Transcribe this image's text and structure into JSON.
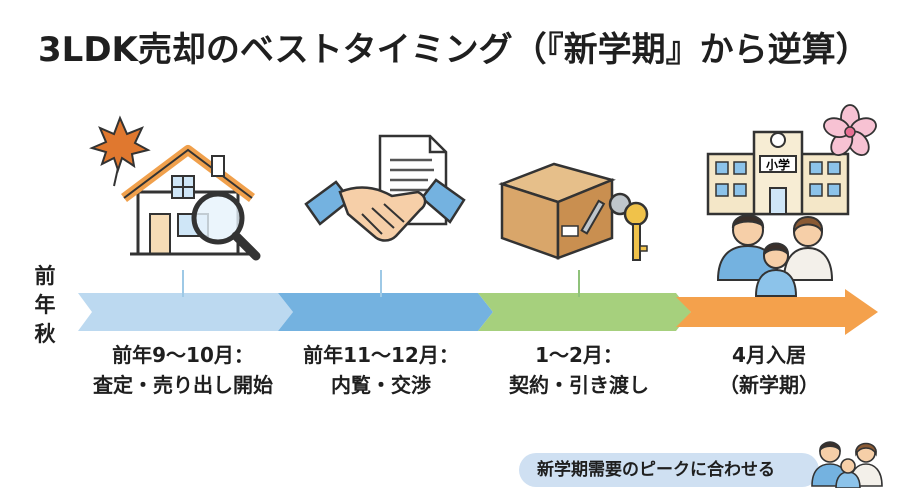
{
  "title": "3LDK売却のベストタイミング（『新学期』から逆算）",
  "start_label": "前年秋",
  "stages": [
    {
      "line1": "前年9〜10月：",
      "line2": "査定・売り出し開始",
      "color": "#bcd9f0"
    },
    {
      "line1": "前年11〜12月：",
      "line2": "内覧・交渉",
      "color": "#74b2e0"
    },
    {
      "line1": "1〜2月：",
      "line2": "契約・引き渡し",
      "color": "#a6d07d"
    },
    {
      "line1": "4月入居",
      "line2": "（新学期）",
      "color": "#f4a14c"
    }
  ],
  "school_sign": "小学",
  "badge": "新学期需要のピークに合わせる",
  "icons": [
    "house-magnifier-icon",
    "handshake-document-icon",
    "box-keys-icon",
    "school-family-icon"
  ]
}
